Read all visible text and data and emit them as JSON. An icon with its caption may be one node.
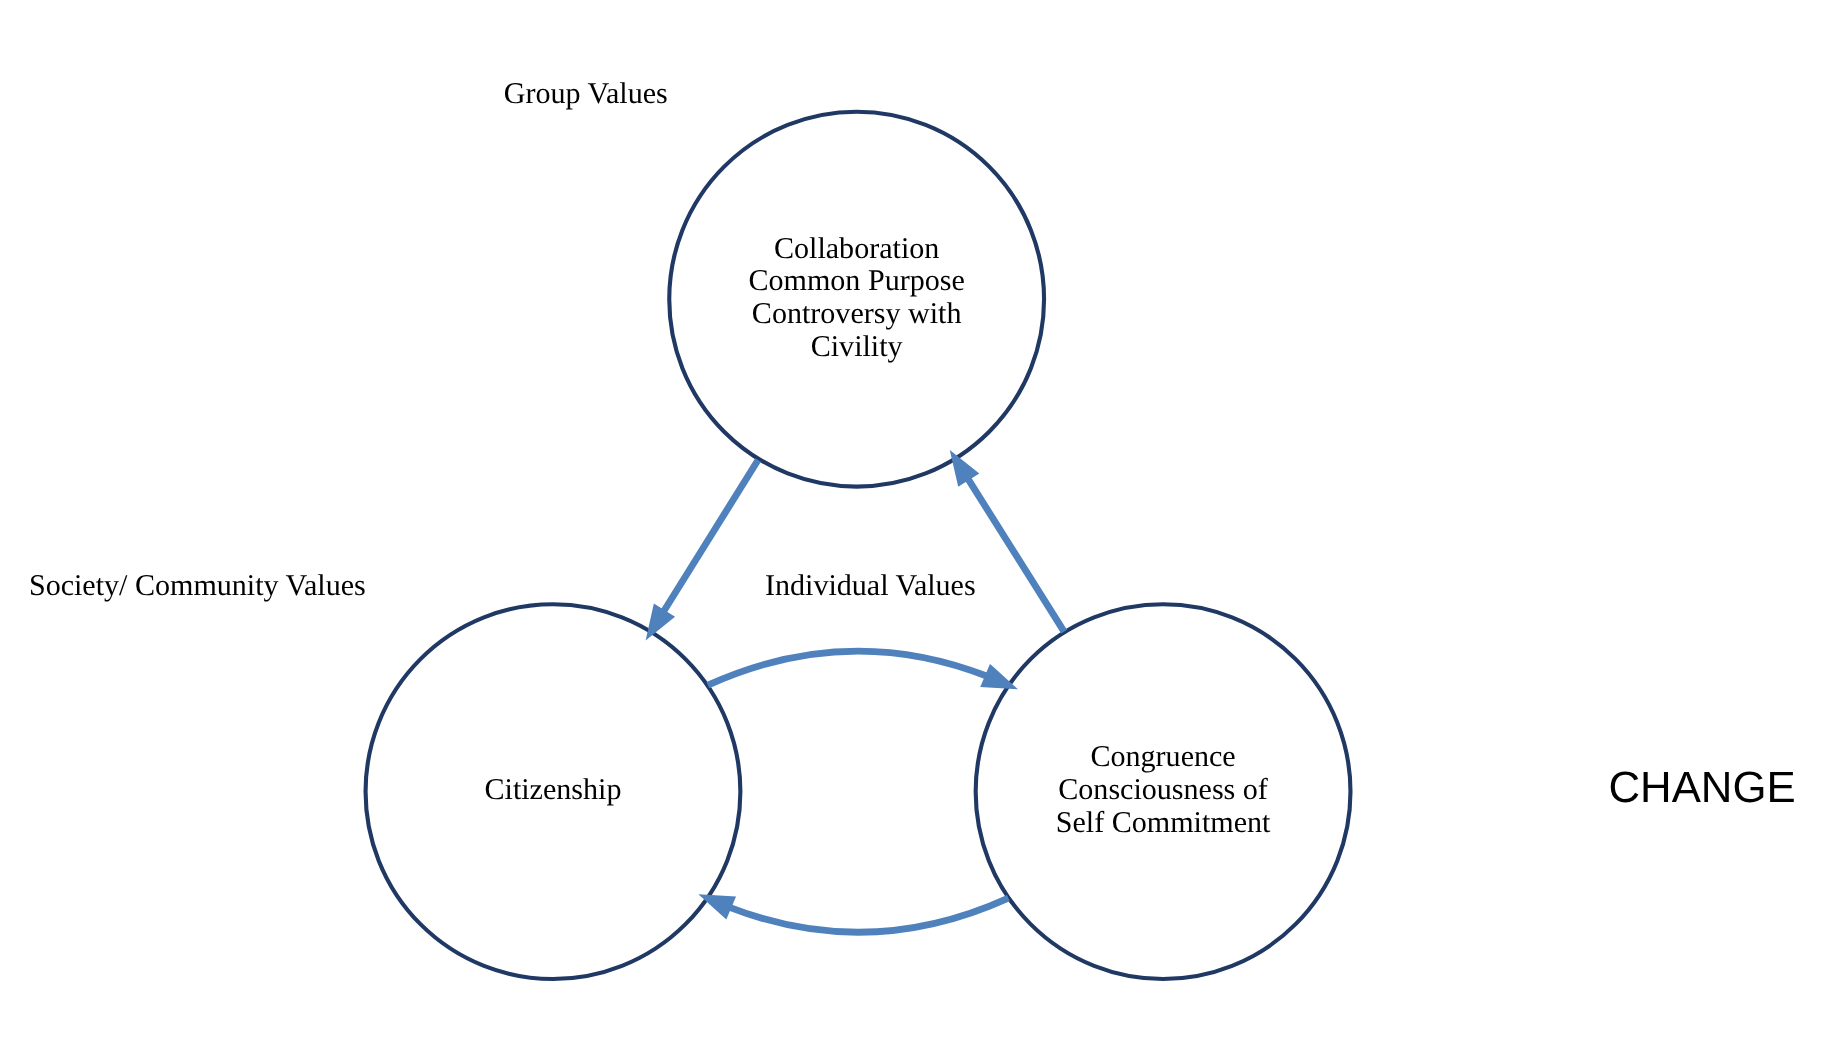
{
  "diagram": {
    "nodes": [
      {
        "text": [
          "Group Values",
          "Collaboration Common Purpose Controversy with Civility"
        ]
      },
      {
        "text": [
          "Congruence Consciousness of Self Commitment",
          "Individual Values"
        ]
      },
      {
        "text": [
          "Citizenship",
          "Society/ Community Values"
        ]
      }
    ],
    "edges": [
      {
        "from": 1,
        "to": 0,
        "arrow": "to"
      },
      {
        "from": 0,
        "to": 2,
        "arrow": "to"
      },
      {
        "from": 1,
        "to": 2,
        "arrow": "to"
      },
      {
        "from": 2,
        "to": 1,
        "arrow": "to"
      }
    ],
    "labels": [
      "CHANGE"
    ]
  }
}
